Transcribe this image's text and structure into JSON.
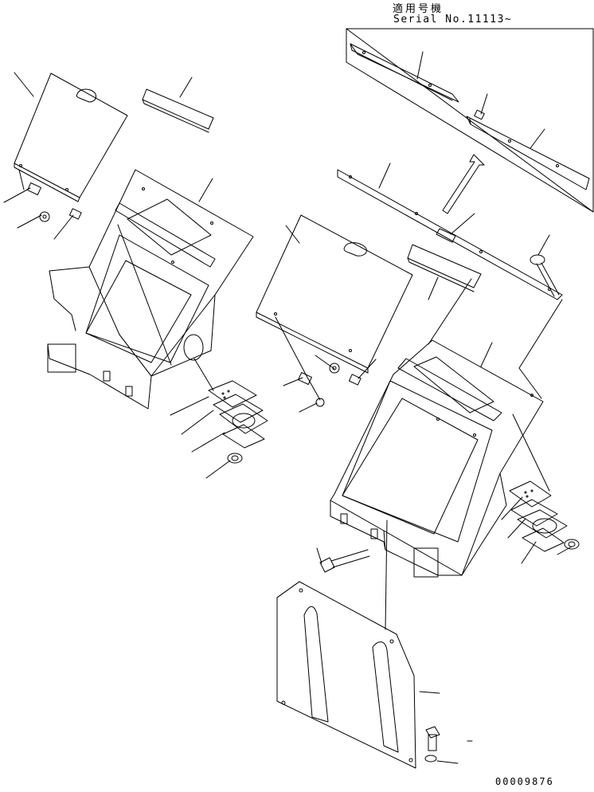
{
  "header": {
    "applicable_model_jp": "適用号機",
    "serial_note": "Serial No.11113~"
  },
  "footer": {
    "drawing_id": "00009876"
  }
}
